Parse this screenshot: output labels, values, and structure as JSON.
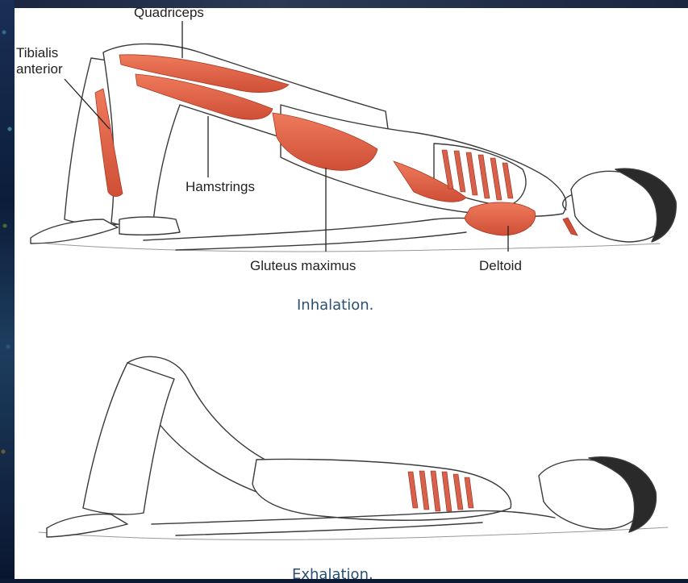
{
  "diagram": {
    "labels": {
      "quadriceps": "Quadriceps",
      "tibialis_line1": "Tibialis",
      "tibialis_line2": "anterior",
      "hamstrings": "Hamstrings",
      "gluteus": "Gluteus maximus",
      "deltoid": "Deltoid"
    },
    "captions": {
      "top": "Inhalation.",
      "bottom": "Exhalation."
    },
    "colors": {
      "muscle": "#e2654a",
      "muscle_dark": "#b8432c",
      "outline": "#3a3a3a",
      "caption": "#2a4f70"
    }
  }
}
